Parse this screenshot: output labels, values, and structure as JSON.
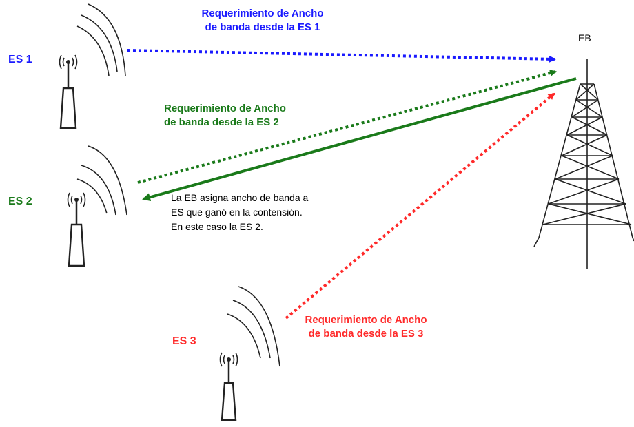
{
  "colors": {
    "es1": "#1a1aff",
    "es2": "#1a7a1a",
    "es3": "#ff2a2a",
    "black": "#000000"
  },
  "nodes": {
    "base": {
      "label": "EB",
      "icon": "tower-icon"
    },
    "es1": {
      "label": "ES 1",
      "icon": "antenna-icon"
    },
    "es2": {
      "label": "ES 2",
      "icon": "antenna-icon"
    },
    "es3": {
      "label": "ES 3",
      "icon": "antenna-icon"
    }
  },
  "requests": {
    "es1": {
      "line1": "Requerimiento de Ancho",
      "line2": "de banda desde la ES 1"
    },
    "es2": {
      "line1": "Requerimiento de Ancho",
      "line2": "de banda desde la ES 2"
    },
    "es3": {
      "line1": "Requerimiento de Ancho",
      "line2": "de banda desde la ES 3"
    }
  },
  "assignment": {
    "line1": "La EB asigna ancho de banda a",
    "line2": "ES que ganó en la contensión.",
    "line3": "En este caso la ES 2."
  }
}
